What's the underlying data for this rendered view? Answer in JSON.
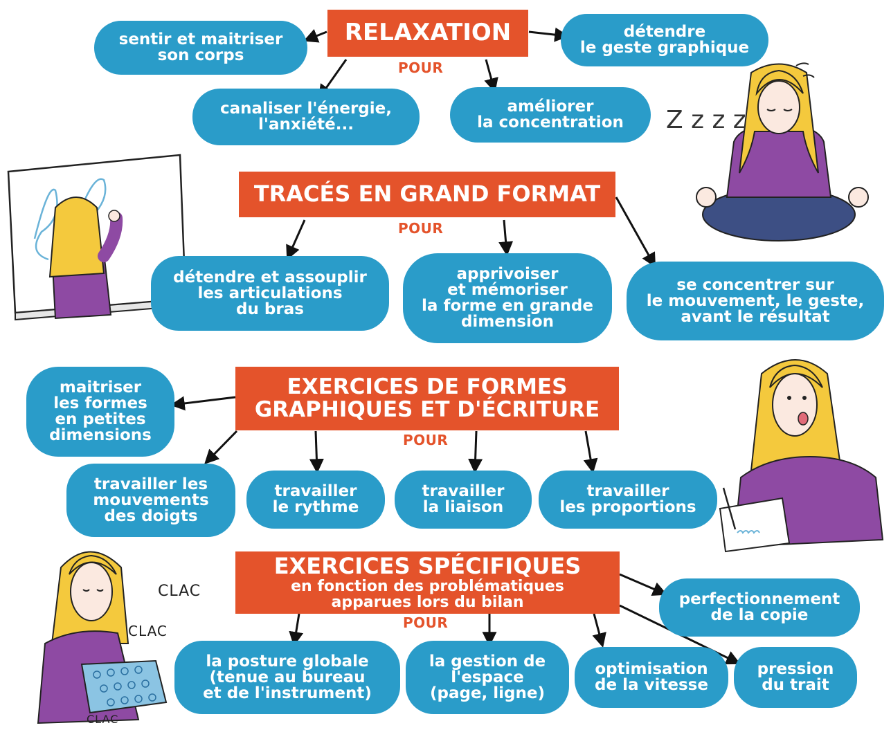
{
  "colors": {
    "header": "#e4532b",
    "bubble": "#2a9cc9",
    "arrow": "#111111"
  },
  "sections": {
    "relaxation": {
      "title": "RELAXATION",
      "pour": "POUR",
      "bubbles": {
        "b1": "sentir et maitriser\nson corps",
        "b2": "détendre\nle geste graphique",
        "b3": "canaliser l'énergie,\nl'anxiété...",
        "b4": "améliorer\nla concentration"
      }
    },
    "grand_format": {
      "title": "TRACÉS EN GRAND FORMAT",
      "pour": "POUR",
      "bubbles": {
        "b1": "détendre et assouplir\nles articulations\ndu bras",
        "b2": "apprivoiser\net mémoriser\nla forme en grande\ndimension",
        "b3": "se concentrer sur\nle mouvement, le geste,\navant le résultat"
      }
    },
    "formes": {
      "title_line1": "EXERCICES DE FORMES",
      "title_line2": "GRAPHIQUES ET D'ÉCRITURE",
      "pour": "POUR",
      "bubbles": {
        "b1": "maitriser\nles formes\nen petites\ndimensions",
        "b2": "travailler les\nmouvements\ndes doigts",
        "b3": "travailler\nle rythme",
        "b4": "travailler\nla liaison",
        "b5": "travailler\nles proportions"
      }
    },
    "specifiques": {
      "title": "EXERCICES SPÉCIFIQUES",
      "subtitle_line1": "en fonction des problématiques",
      "subtitle_line2": "apparues lors du bilan",
      "pour": "POUR",
      "bubbles": {
        "b1": "perfectionnement\nde la copie",
        "b2": "la posture globale\n(tenue au bureau\net de l'instrument)",
        "b3": "la gestion de\nl'espace\n(page, ligne)",
        "b4": "optimisation\nde la vitesse",
        "b5": "pression\ndu trait"
      }
    }
  },
  "illustrations": {
    "zzz": "Z z z z",
    "clac1": "CLAC",
    "clac2": "CLAC",
    "clac3": "CLAC"
  }
}
